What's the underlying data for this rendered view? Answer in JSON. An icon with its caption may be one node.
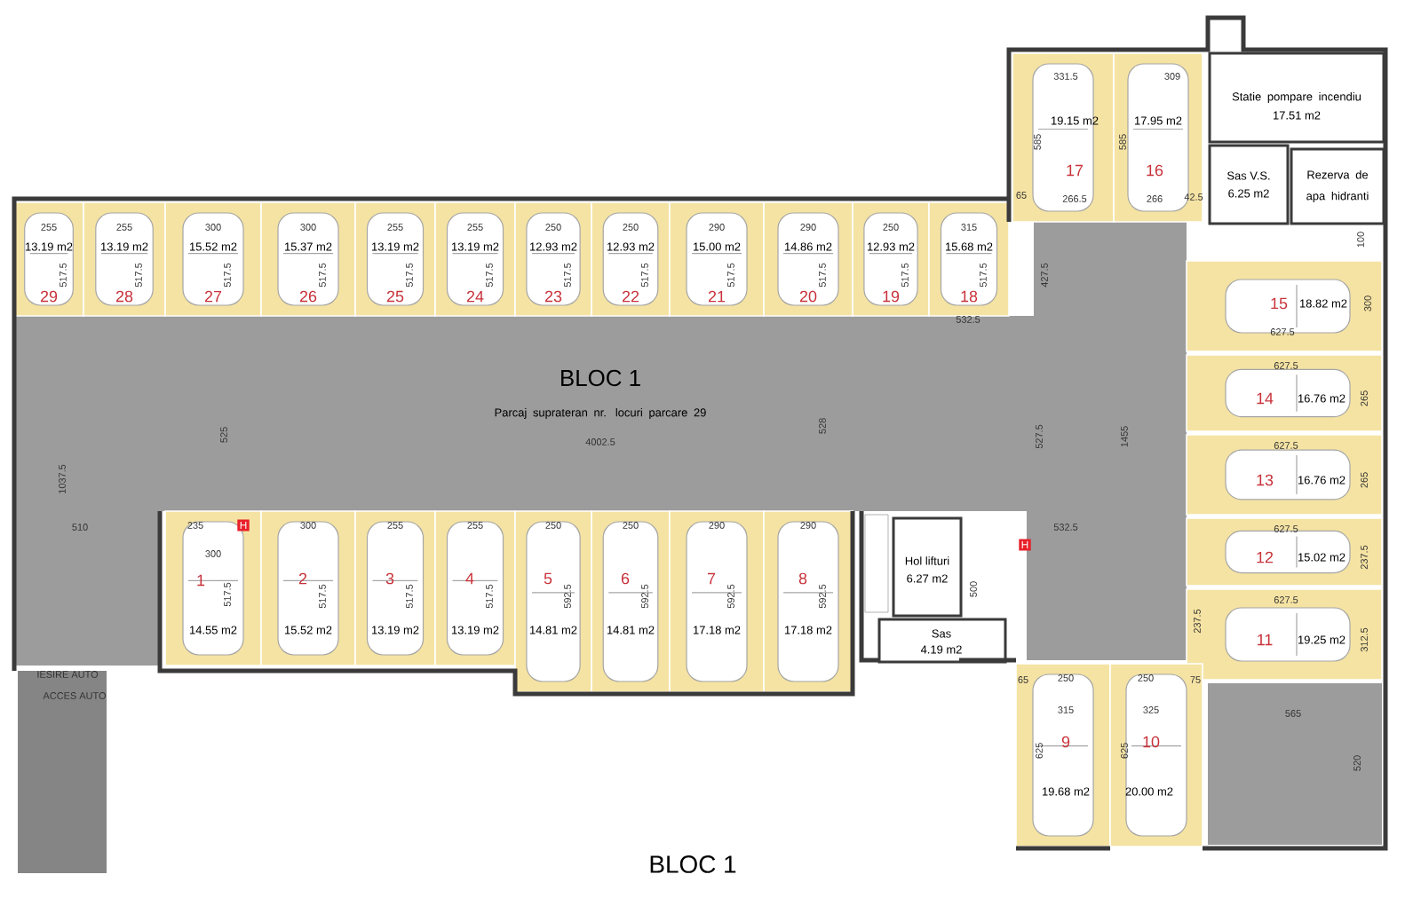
{
  "diagram": {
    "nodes": [
      {
        "text": [
          "BLOC 1",
          "Parcaj suprateran nr. locuri parcare 29",
          "4002.5"
        ]
      },
      {
        "text": [
          "255",
          "13.19 m2",
          "517.5",
          "29"
        ]
      },
      {
        "text": [
          "255",
          "13.19 m2",
          "517.5",
          "28"
        ]
      },
      {
        "text": [
          "300",
          "15.52 m2",
          "517.5",
          "27"
        ]
      },
      {
        "text": [
          "300",
          "15.37 m2",
          "517.5",
          "26"
        ]
      },
      {
        "text": [
          "255",
          "13.19 m2",
          "517.5",
          "25"
        ]
      },
      {
        "text": [
          "255",
          "13.19 m2",
          "517.5",
          "24"
        ]
      },
      {
        "text": [
          "250",
          "12.93 m2",
          "517.5",
          "23"
        ]
      },
      {
        "text": [
          "250",
          "12.93 m2",
          "517.5",
          "22"
        ]
      },
      {
        "text": [
          "290",
          "15.00 m2",
          "517.5",
          "21"
        ]
      },
      {
        "text": [
          "290",
          "14.86 m2",
          "517.5",
          "20"
        ]
      },
      {
        "text": [
          "250",
          "12.93 m2",
          "517.5",
          "19"
        ]
      },
      {
        "text": [
          "315",
          "15.68 m2",
          "517.5",
          "18"
        ]
      },
      {
        "text": [
          "331.5",
          "585",
          "19.15 m2",
          "17",
          "266.5"
        ]
      },
      {
        "text": [
          "309",
          "585",
          "17.95 m2",
          "16",
          "266"
        ]
      },
      {
        "text": [
          "Statie pompare incendiu",
          "17.51 m2"
        ]
      },
      {
        "text": [
          "Sas V.S.",
          "6.25 m2"
        ]
      },
      {
        "text": [
          "Rezerva de apa hidranti"
        ]
      },
      {
        "text": [
          "15",
          "18.82 m2",
          "627.5",
          "300"
        ]
      },
      {
        "text": [
          "627.5",
          "14",
          "16.76 m2",
          "265"
        ]
      },
      {
        "text": [
          "627.5",
          "13",
          "16.76 m2",
          "265"
        ]
      },
      {
        "text": [
          "627.5",
          "12",
          "15.02 m2",
          "237.5"
        ]
      },
      {
        "text": [
          "627.5",
          "11",
          "19.25 m2",
          "312.5"
        ]
      },
      {
        "text": [
          "235",
          "300",
          "1",
          "517.5",
          "14.55 m2"
        ]
      },
      {
        "text": [
          "300",
          "2",
          "517.5",
          "15.52 m2"
        ]
      },
      {
        "text": [
          "255",
          "3",
          "517.5",
          "13.19 m2"
        ]
      },
      {
        "text": [
          "255",
          "4",
          "517.5",
          "13.19 m2"
        ]
      },
      {
        "text": [
          "250",
          "5",
          "592.5",
          "14.81 m2"
        ]
      },
      {
        "text": [
          "250",
          "6",
          "592.5",
          "14.81 m2"
        ]
      },
      {
        "text": [
          "290",
          "7",
          "592.5",
          "17.18 m2"
        ]
      },
      {
        "text": [
          "290",
          "8",
          "592.5",
          "17.18 m2"
        ]
      },
      {
        "text": [
          "Hol lifturi",
          "6.27 m2"
        ]
      },
      {
        "text": [
          "Sas",
          "4.19 m2"
        ]
      },
      {
        "text": [
          "250",
          "315",
          "9",
          "625",
          "19.68 m2"
        ]
      },
      {
        "text": [
          "250",
          "325",
          "10",
          "625",
          "20.00 m2"
        ]
      }
    ],
    "labels": [
      "BLOC 1",
      "IESIRE AUTO",
      "ACCES AUTO",
      "525",
      "1037.5",
      "510",
      "528",
      "527.5",
      "1455",
      "532.5",
      "532.5",
      "427.5",
      "500",
      "65",
      "42.5",
      "100",
      "237.5",
      "65",
      "75",
      "565",
      "520",
      "H",
      "H"
    ]
  }
}
